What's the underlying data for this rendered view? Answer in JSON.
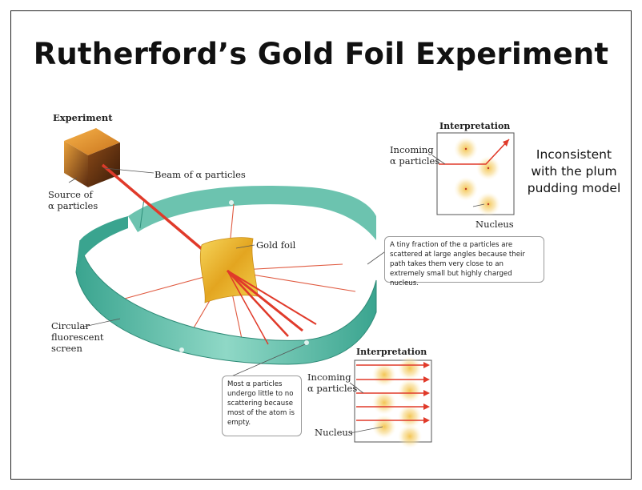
{
  "title": "Rutherford’s Gold Foil Experiment",
  "experiment": {
    "heading": "Experiment",
    "source_label_1": "Source of",
    "source_label_2": "α particles",
    "beam_label": "Beam of α particles",
    "gold_foil_label": "Gold foil",
    "screen_label_1": "Circular",
    "screen_label_2": "fluorescent",
    "screen_label_3": "screen"
  },
  "top_interpretation": {
    "heading": "Interpretation",
    "incoming_1": "Incoming",
    "incoming_2": "α particles",
    "nucleus": "Nucleus"
  },
  "bottom_interpretation": {
    "heading": "Interpretation",
    "incoming_1": "Incoming",
    "incoming_2": "α particles",
    "nucleus": "Nucleus"
  },
  "callouts": {
    "scattered": "A tiny fraction of the α particles are scattered at large angles because their path takes them very close to an extremely small but highly charged nucleus.",
    "little_scattering": "Most α particles undergo little to no scattering because most of the atom is empty."
  },
  "side_note": "Inconsistent with the plum pudding model",
  "colors": {
    "beam": "#e03a2a",
    "screen": "#4fb7a3",
    "foil": "#e8b72a",
    "nucleus_glow": "#f3c24a"
  }
}
